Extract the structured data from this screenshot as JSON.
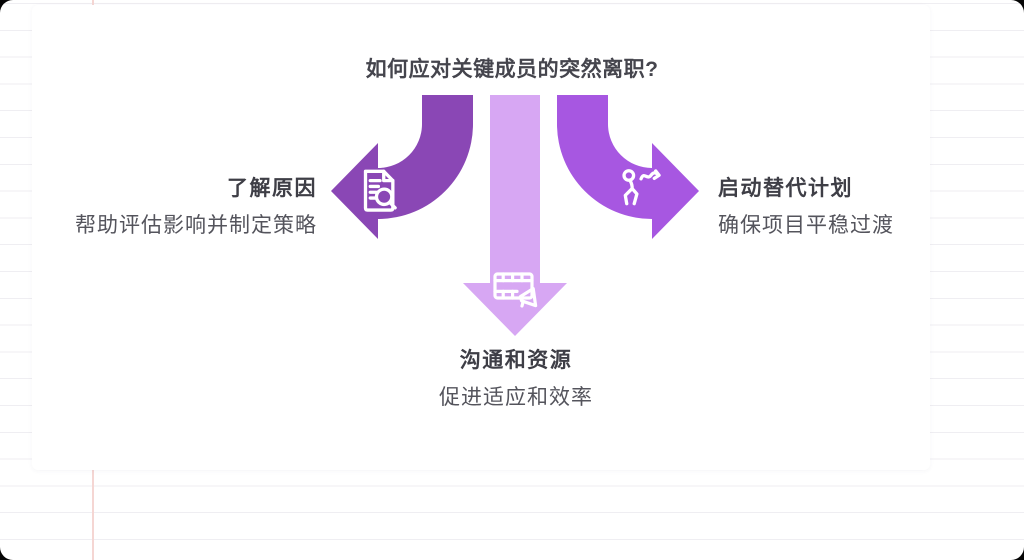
{
  "theme": {
    "corner_background": "#050505",
    "paper_color": "#ffffff",
    "rule_line_color": "#efeef2",
    "margin_line_color": "#f5d6d3",
    "card_color": "#ffffff",
    "title_color": "#45454d",
    "branch_title_color": "#3e3e46",
    "branch_desc_color": "#54545c",
    "icon_color": "#ffffff"
  },
  "header": {
    "title": "如何应对关键成员的突然离职?"
  },
  "branches": {
    "left": {
      "title": "了解原因",
      "description": "帮助评估影响并制定策略",
      "arrow_color": "#8a47b5",
      "icon": "document-search-icon"
    },
    "down": {
      "title": "沟通和资源",
      "description": "促进适应和效率",
      "arrow_color": "#d7a7f3",
      "icon": "media-announcement-icon"
    },
    "right": {
      "title": "启动替代计划",
      "description": "确保项目平稳过渡",
      "arrow_color": "#a757e1",
      "icon": "person-transition-icon"
    }
  }
}
